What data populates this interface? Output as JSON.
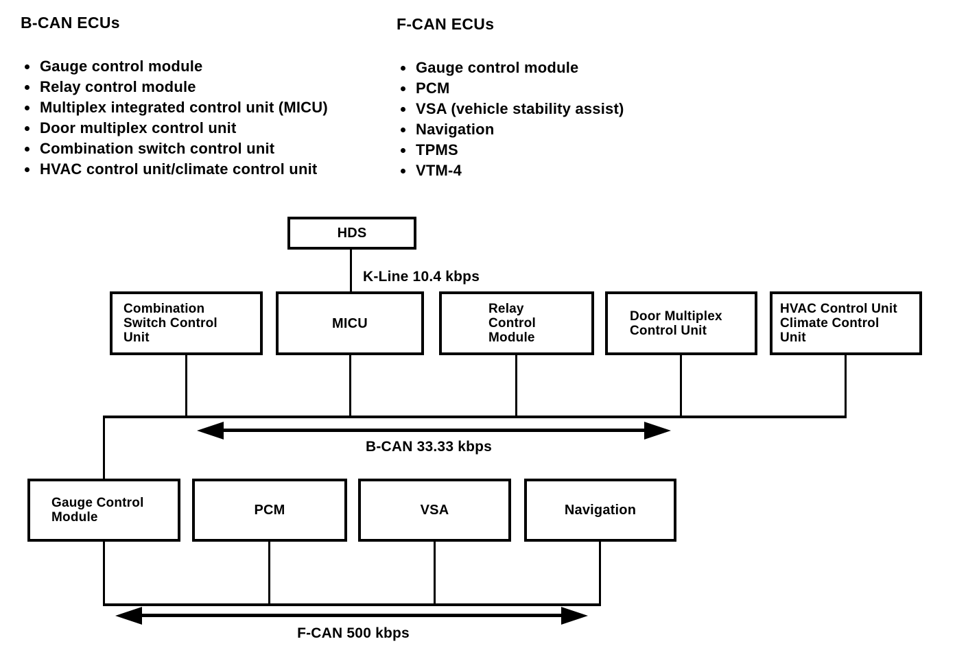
{
  "bcan_section": {
    "title": "B-CAN ECUs",
    "items": [
      "Gauge control module",
      "Relay control module",
      "Multiplex integrated control unit (MICU)",
      "Door multiplex control unit",
      "Combination switch control unit",
      "HVAC control unit/climate control unit"
    ]
  },
  "fcan_section": {
    "title": "F-CAN ECUs",
    "items": [
      "Gauge control module",
      "PCM",
      "VSA (vehicle stability assist)",
      "Navigation",
      "TPMS",
      "VTM-4"
    ]
  },
  "diagram": {
    "hds_label": "HDS",
    "kline_label": "K-Line 10.4 kbps",
    "bcan_bus_label": "B-CAN 33.33 kbps",
    "fcan_bus_label": "F-CAN 500 kbps",
    "bcan_nodes": [
      {
        "label": "Combination\nSwitch Control\nUnit"
      },
      {
        "label": "MICU"
      },
      {
        "label": "Relay\nControl\nModule"
      },
      {
        "label": "Door Multiplex\nControl Unit"
      },
      {
        "label": "HVAC Control Unit\nClimate Control\nUnit"
      }
    ],
    "fcan_nodes": [
      {
        "label": "Gauge Control\nModule"
      },
      {
        "label": "PCM"
      },
      {
        "label": "VSA"
      },
      {
        "label": "Navigation"
      }
    ],
    "colors": {
      "line": "#000000",
      "background": "#ffffff"
    }
  }
}
